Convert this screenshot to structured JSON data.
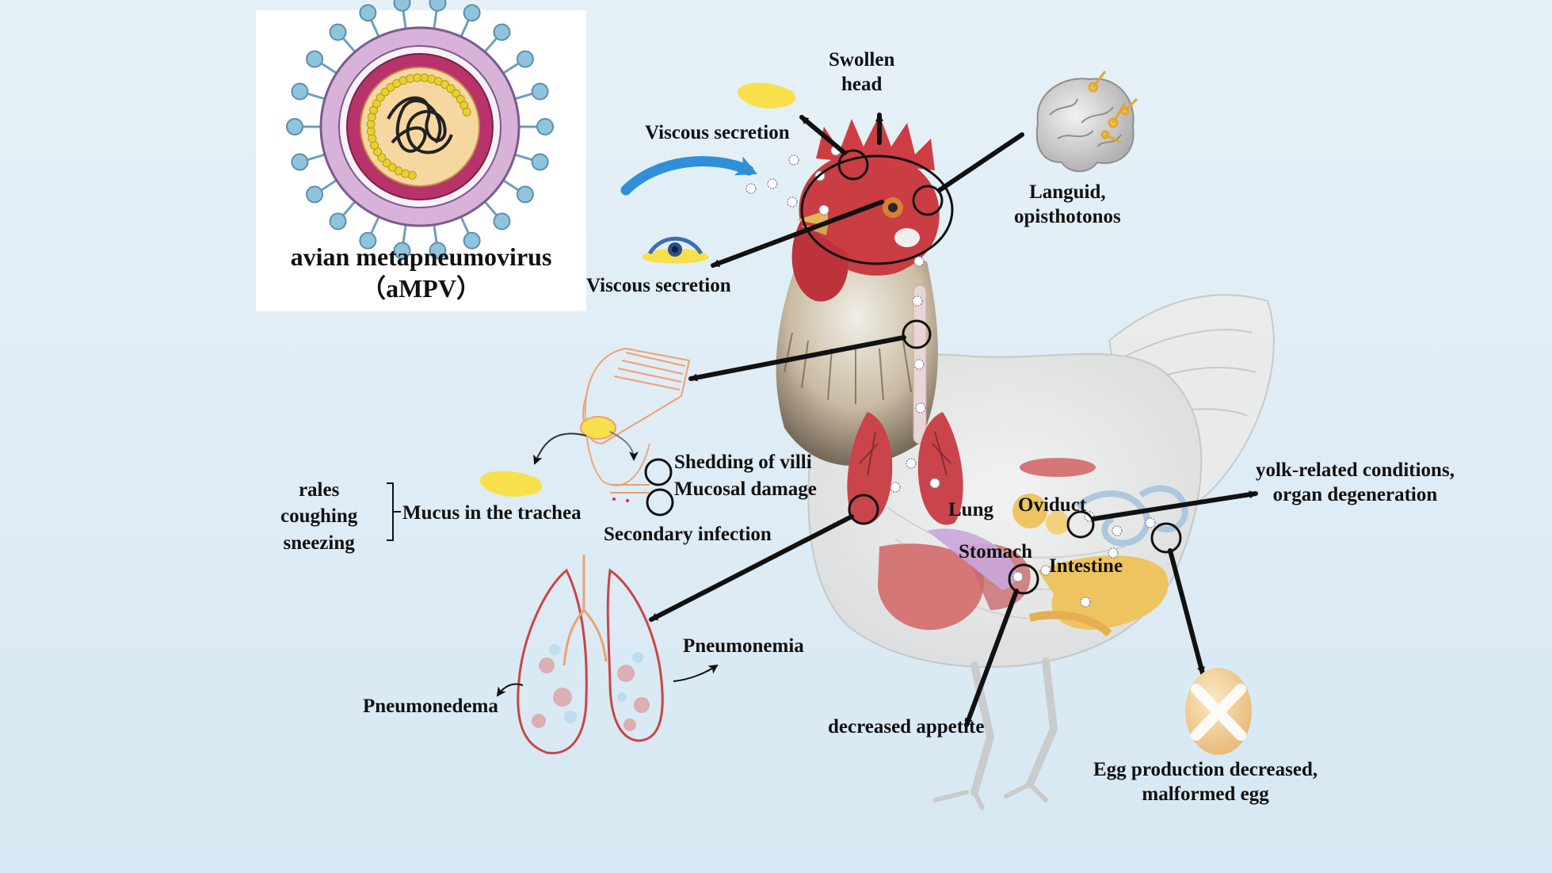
{
  "virus_panel": {
    "name": "avian metapneumovirus",
    "abbr": "（aMPV）"
  },
  "labels": {
    "swollen_head": [
      "Swollen",
      "head"
    ],
    "viscous_secretion_top": "Viscous secretion",
    "viscous_secretion_eye": "Viscous secretion",
    "languid": [
      "Languid,",
      "opisthotonos"
    ],
    "shedding_of_villi": "Shedding of villi",
    "mucosal_damage": "Mucosal damage",
    "secondary_infection": "Secondary infection",
    "mucus_in_trachea": "Mucus in the trachea",
    "symptoms": [
      "rales",
      "coughing",
      "sneezing"
    ],
    "lung": "Lung",
    "oviduct": "Oviduct",
    "stomach": "Stomach",
    "intestine": "Intestine",
    "yolk": [
      "yolk-related conditions,",
      "organ degeneration"
    ],
    "pneumonemia": "Pneumonemia",
    "pneumonedema": "Pneumonedema",
    "decreased_appetite": "decreased appetite",
    "egg": [
      "Egg production decreased,",
      "malformed egg"
    ]
  },
  "colors": {
    "background": "#e2eef6",
    "arrow": "#111111",
    "curved_arrow": "#2f8fd8",
    "virus_envelope": "#d9b2d9",
    "virus_matrix": "#b8336a",
    "virus_core": "#f7d7a0",
    "spike": "#8fc4dc",
    "lung_red": "#c8323a",
    "lung_sketch": "#cc4444",
    "comb_red": "#c8242b",
    "organ_red": "#d56a6a",
    "intestine_yellow": "#f0c050",
    "stomach_purple": "#c9a0d9",
    "egg_color": "#f3d6a0",
    "trachea_sketch": "#f0a070",
    "mucus_yellow": "#f7e04a"
  },
  "icons": [
    "virus-icon",
    "brain-icon",
    "eye-icon",
    "egg-icon",
    "rooster-illustration",
    "lung-sketch-icon",
    "trachea-sketch-icon"
  ]
}
